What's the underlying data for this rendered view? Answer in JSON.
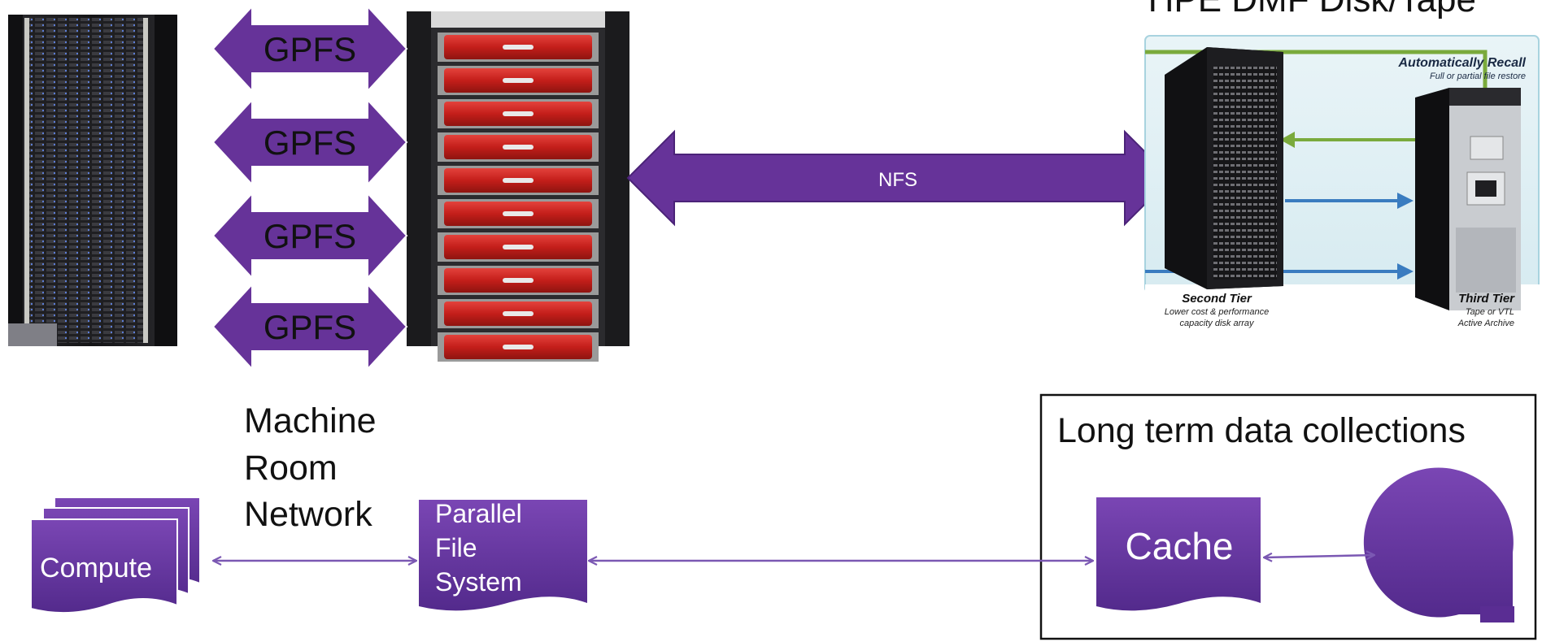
{
  "top_title": "HPE DMF Disk/Tape",
  "gpfs_links": [
    {
      "label": "GPFS"
    },
    {
      "label": "GPFS"
    },
    {
      "label": "GPFS"
    },
    {
      "label": "GPFS"
    }
  ],
  "nfs_link": {
    "label": "NFS"
  },
  "dmf_tiers": {
    "recall_title": "Automatically Recall",
    "recall_subtitle": "Full or partial file restore",
    "second_tier": {
      "title": "Second Tier",
      "line1": "Lower cost & performance",
      "line2": "capacity disk array"
    },
    "third_tier": {
      "title": "Third Tier",
      "line1": "Tape or VTL",
      "line2": "Active Archive"
    }
  },
  "network_label": [
    "Machine",
    "Room",
    "Network"
  ],
  "nodes": {
    "compute": "Compute",
    "parallel_fs": [
      "Parallel",
      "File",
      "System"
    ],
    "cache": "Cache"
  },
  "long_term_box": {
    "title": "Long term data collections"
  },
  "colors": {
    "purple": "#663399",
    "purple_dark": "#4b2378",
    "connector": "#7b58b3",
    "server_red": "#c8201e",
    "rack_dark": "#1c1c1e",
    "recall_green": "#7aaa3c",
    "flow_blue": "#3a7cc0"
  }
}
